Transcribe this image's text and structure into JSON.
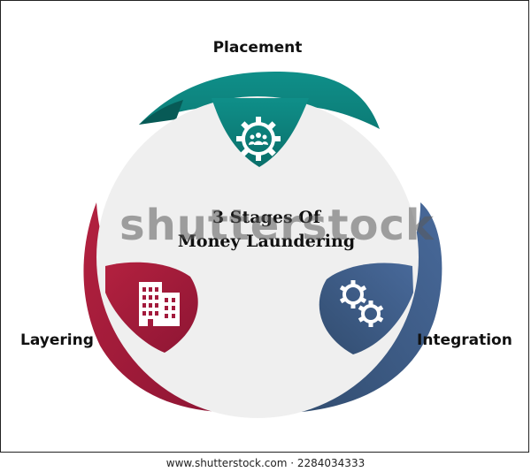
{
  "stages": [
    {
      "name": "Placement",
      "color": "#0e8a84",
      "icon": "gear-people-icon"
    },
    {
      "name": "Layering",
      "color": "#a31a3c",
      "icon": "office-buildings-icon"
    },
    {
      "name": "Integration",
      "color": "#3e5e86",
      "icon": "gears-icon"
    }
  ],
  "center": {
    "line1": "3 Stages Of",
    "line2": "Money Laundering"
  },
  "watermark": "shutterstock",
  "footer": "www.shutterstock.com · 2284034333",
  "colors": {
    "center_fill": "#efefef",
    "icon": "#ffffff"
  }
}
